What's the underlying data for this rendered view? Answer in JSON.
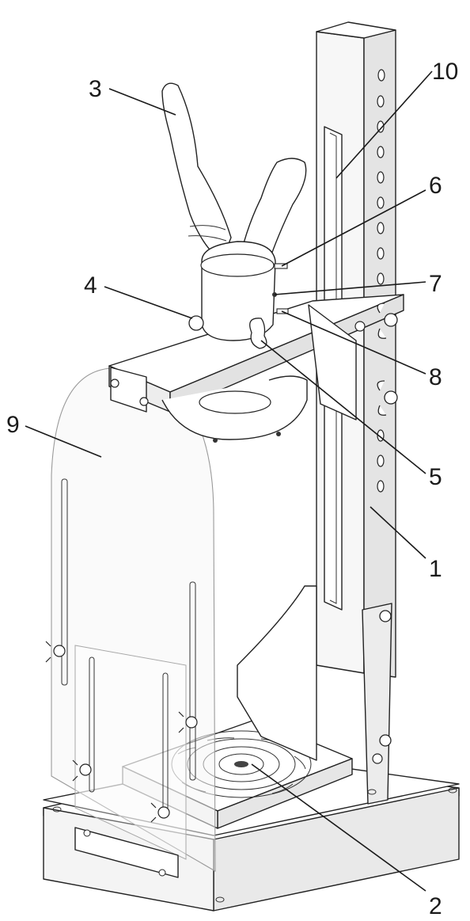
{
  "figure": {
    "callouts": [
      {
        "id": "c1",
        "text": "1"
      },
      {
        "id": "c2",
        "text": "2"
      },
      {
        "id": "c3",
        "text": "3"
      },
      {
        "id": "c4",
        "text": "4"
      },
      {
        "id": "c5",
        "text": "5"
      },
      {
        "id": "c6",
        "text": "6"
      },
      {
        "id": "c7",
        "text": "7"
      },
      {
        "id": "c8",
        "text": "8"
      },
      {
        "id": "c9",
        "text": "9"
      },
      {
        "id": "c10",
        "text": "10"
      }
    ]
  }
}
